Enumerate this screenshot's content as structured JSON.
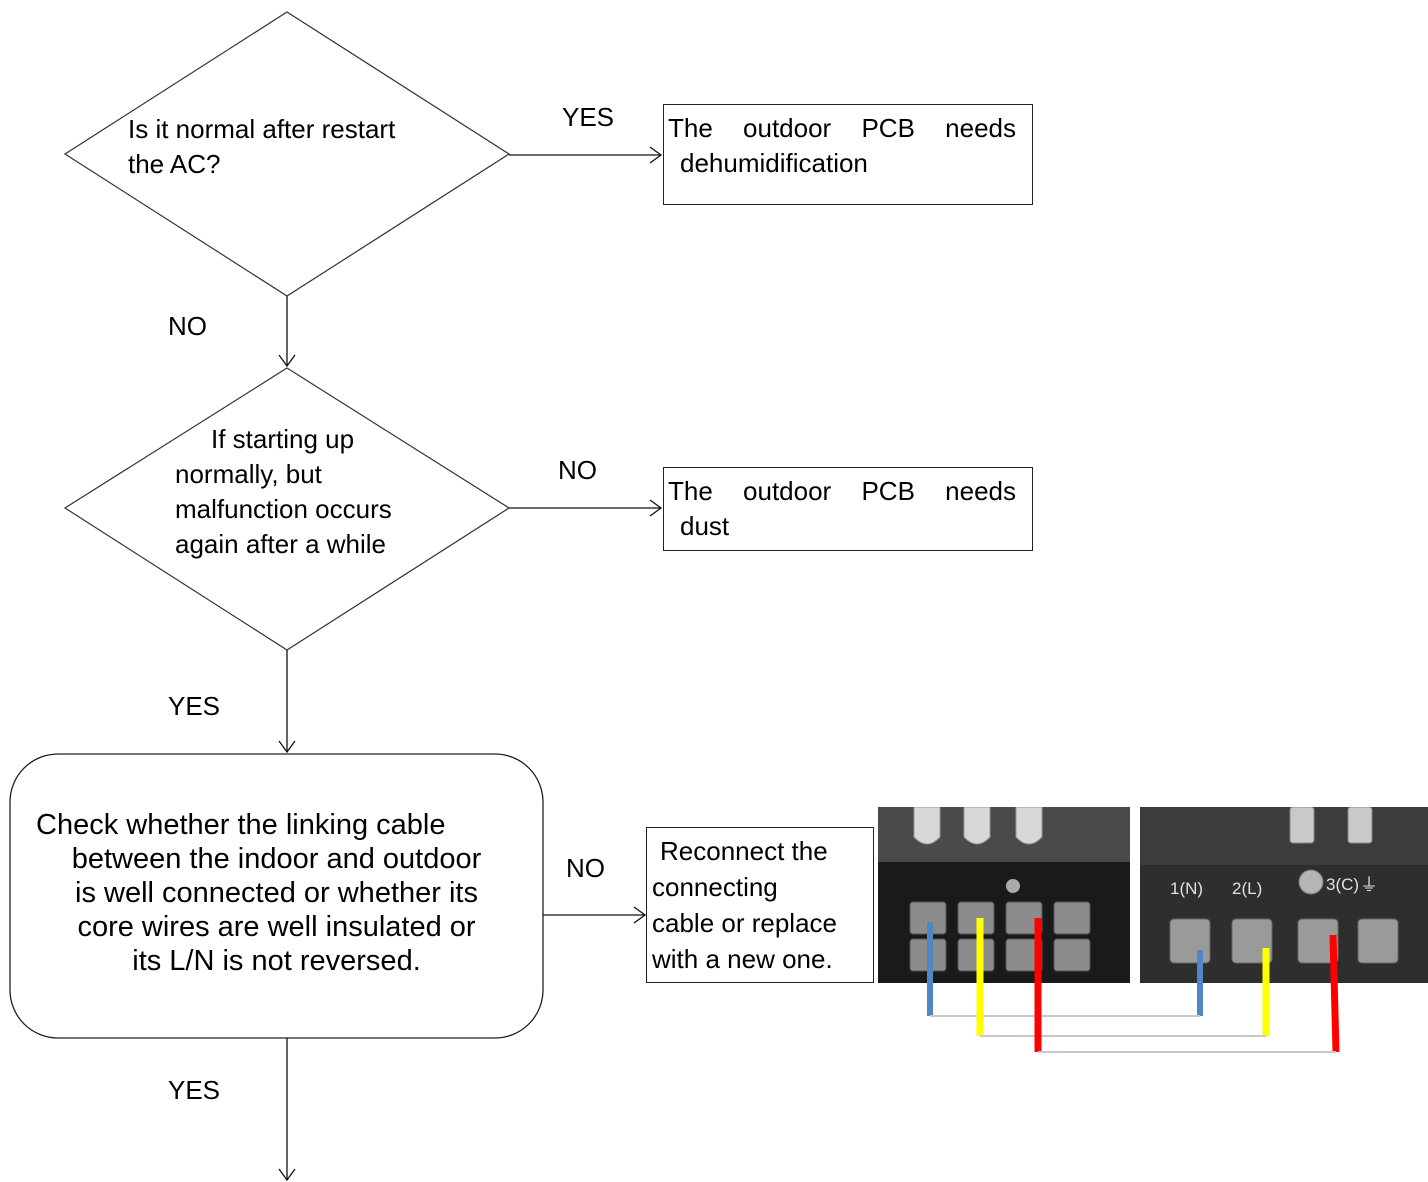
{
  "decision1": {
    "line1": "Is it normal after restart",
    "line2": "the AC?"
  },
  "decision2": {
    "line1": "If starting up",
    "line2": "normally, but",
    "line3": "malfunction occurs",
    "line4": "again after a while"
  },
  "process_check": {
    "line1": "Check whether the linking cable",
    "line2": "between the indoor and outdoor",
    "line3": "is well connected or whether its",
    "line4": "core wires are well insulated or",
    "line5": "its L/N is not reversed."
  },
  "result1": {
    "line1": "The outdoor PCB needs",
    "line2": "dehumidification"
  },
  "result2": {
    "line1": "The outdoor PCB needs",
    "line2": "dust"
  },
  "result3": {
    "line1": "Reconnect the",
    "line2": "connecting",
    "line3": "cable or replace",
    "line4": "with a new one."
  },
  "edge_labels": {
    "d1_yes": "YES",
    "d1_no": "NO",
    "d2_no": "NO",
    "d2_yes": "YES",
    "check_no": "NO",
    "check_yes": "YES"
  },
  "terminal_photo_right": {
    "label_1": "1(N)",
    "label_2": "2(L)",
    "label_3": "3(C)"
  },
  "wire_colors": {
    "neutral": "#4f86c6",
    "live": "#ffff00",
    "common": "#ff0000"
  }
}
